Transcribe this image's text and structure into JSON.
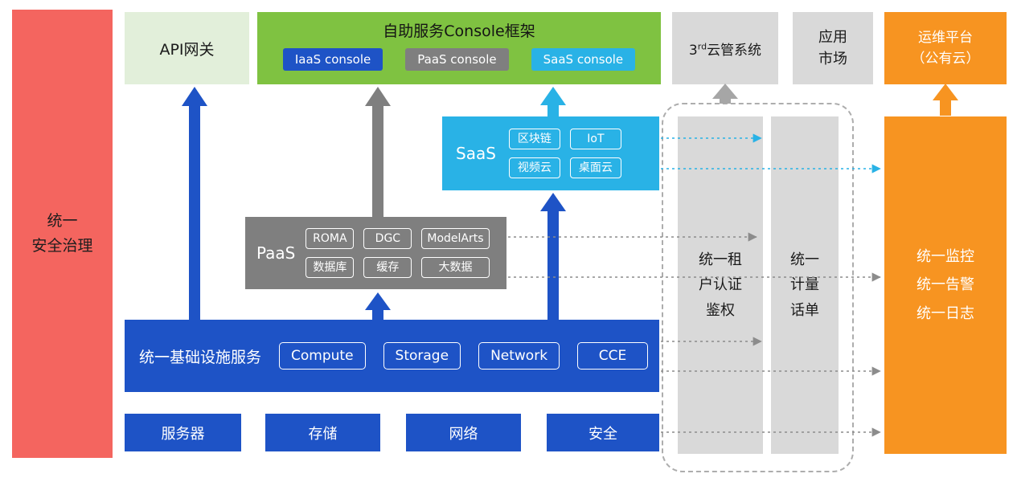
{
  "left_bar": {
    "label": "统一\n安全治理"
  },
  "api_gateway": {
    "label": "API网关"
  },
  "console_framework": {
    "title": "自助服务Console框架",
    "consoles": [
      "IaaS console",
      "PaaS console",
      "SaaS console"
    ]
  },
  "third_party_cloud": {
    "prefix": "3",
    "sup": "rd",
    "suffix": "云管系统"
  },
  "app_market": {
    "label": "应用\n市场"
  },
  "om_platform": {
    "label": "运维平台\n（公有云）"
  },
  "saas": {
    "label": "SaaS",
    "items": [
      "区块链",
      "IoT",
      "视频云",
      "桌面云"
    ]
  },
  "paas": {
    "label": "PaaS",
    "items": [
      "ROMA",
      "DGC",
      "ModelArts",
      "数据库",
      "缓存",
      "大数据"
    ]
  },
  "iaas": {
    "label": "统一基础设施服务",
    "items": [
      "Compute",
      "Storage",
      "Network",
      "CCE"
    ]
  },
  "hardware": {
    "items": [
      "服务器",
      "存储",
      "网络",
      "安全"
    ]
  },
  "auth_bar": {
    "label": "统一租\n户认证\n鉴权"
  },
  "metering_bar": {
    "label": "统一\n计量\n话单"
  },
  "monitoring_bar": {
    "label": "统一监控\n统一告警\n统一日志"
  },
  "colors": {
    "red": "#F4655F",
    "light_green": "#E2EFDA",
    "green": "#7FC241",
    "blue": "#1E53C6",
    "gray_dark": "#7F7F7F",
    "gray_light": "#D9D9D9",
    "light_blue": "#29B2E6",
    "orange": "#F79421"
  }
}
